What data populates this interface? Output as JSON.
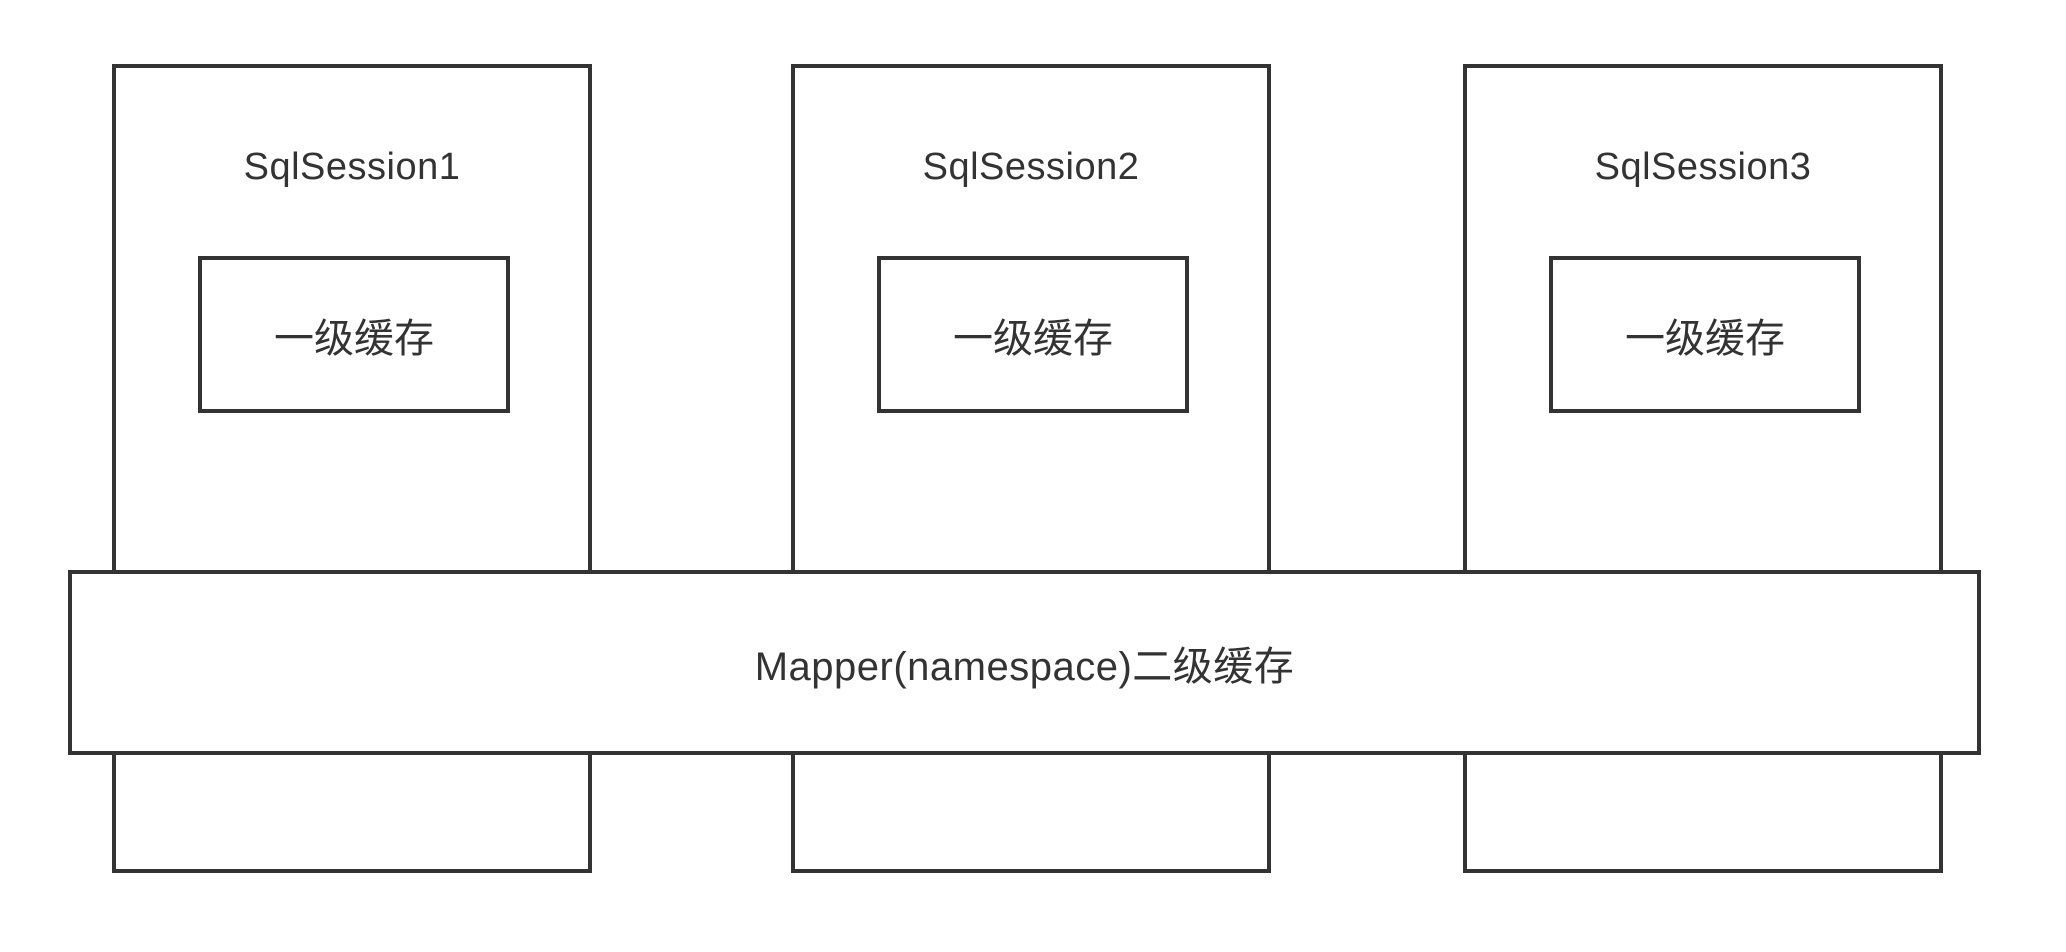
{
  "diagram": {
    "background_color": "#ffffff",
    "line_color": "#333333",
    "text_color": "#333333",
    "sessions": [
      {
        "title": "SqlSession1",
        "cache_label": "一级缓存"
      },
      {
        "title": "SqlSession2",
        "cache_label": "一级缓存"
      },
      {
        "title": "SqlSession3",
        "cache_label": "一级缓存"
      }
    ],
    "shared_cache": {
      "label": "Mapper(namespace)二级缓存"
    }
  }
}
